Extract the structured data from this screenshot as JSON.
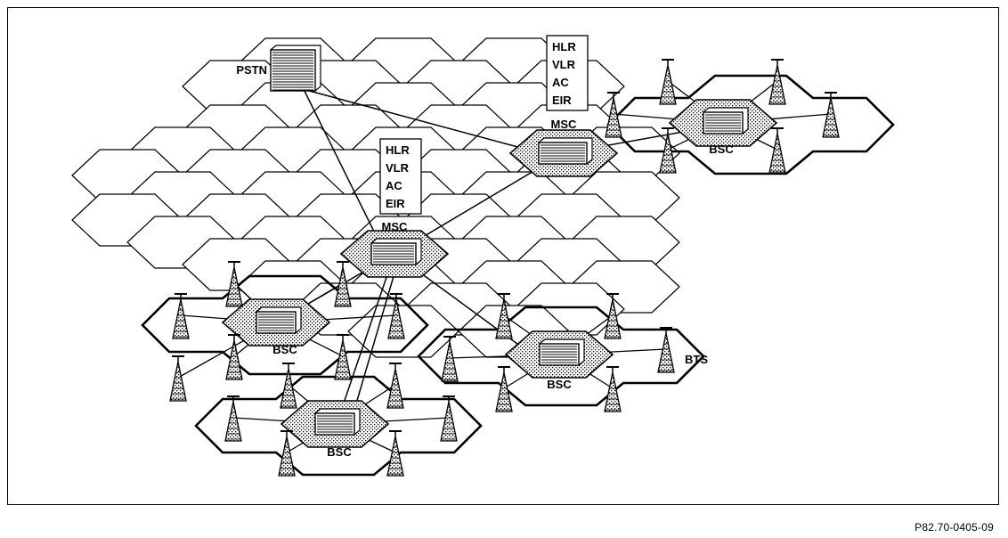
{
  "figure_id": "P82.70-0405-09",
  "labels": {
    "pstn": "PSTN",
    "msc": "MSC",
    "bsc": "BSC",
    "bts": "BTS"
  },
  "register_stack": [
    "HLR",
    "VLR",
    "AC",
    "EIR"
  ],
  "colors": {
    "ink": "#000000",
    "paper": "#ffffff",
    "stipple": "#b0b0b0"
  }
}
